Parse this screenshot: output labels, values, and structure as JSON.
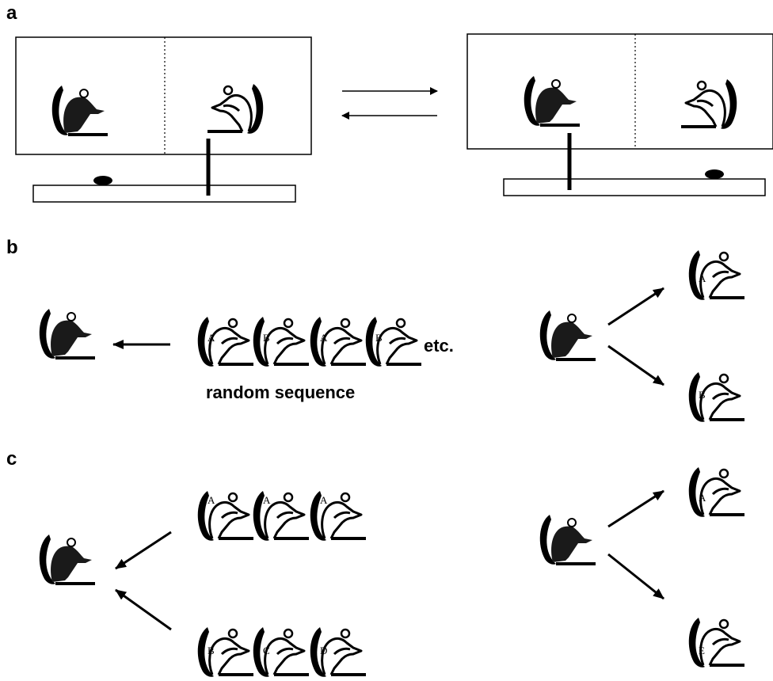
{
  "figure": {
    "panel_a": {
      "label": "a"
    },
    "panel_b": {
      "label": "b",
      "etc_text": "etc.",
      "sequence_caption": "random sequence",
      "sequence_letters": [
        "A",
        "B",
        "A",
        "B"
      ],
      "right_letters": [
        "A",
        "B"
      ]
    },
    "panel_c": {
      "label": "c",
      "top_row_letters": [
        "A",
        "A",
        "A"
      ],
      "bottom_row_letters": [
        "B",
        "C",
        "D"
      ],
      "right_letters": [
        "A",
        "E"
      ]
    }
  }
}
